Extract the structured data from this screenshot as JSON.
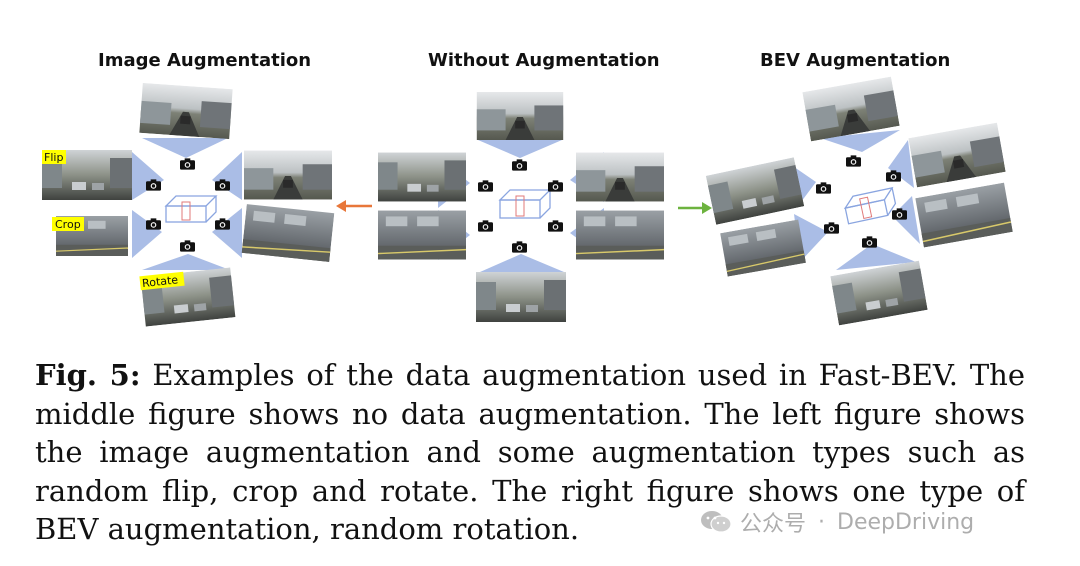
{
  "panels": {
    "left_title": "Image Augmentation",
    "middle_title": "Without Augmentation",
    "right_title": "BEV Augmentation"
  },
  "aug_labels": {
    "flip": "Flip",
    "crop": "Crop",
    "rotate": "Rotate"
  },
  "caption": {
    "lead": "Fig. 5:",
    "text": " Examples of the data augmentation used in Fast-BEV. The middle figure shows no data augmentation. The left figure shows the image augmentation and some augmentation types such as random flip, crop and rotate. The right figure shows one type of BEV augmentation, random rotation."
  },
  "watermark": {
    "text": "公众号",
    "separator": "·",
    "name": "DeepDriving"
  },
  "colors": {
    "left_arrow": "#e8773a",
    "right_arrow": "#6db33f",
    "highlight": "#ffff00",
    "frustum": "#aabde6"
  },
  "icons": [
    "camera-icon",
    "car-box-icon",
    "wechat-icon"
  ]
}
